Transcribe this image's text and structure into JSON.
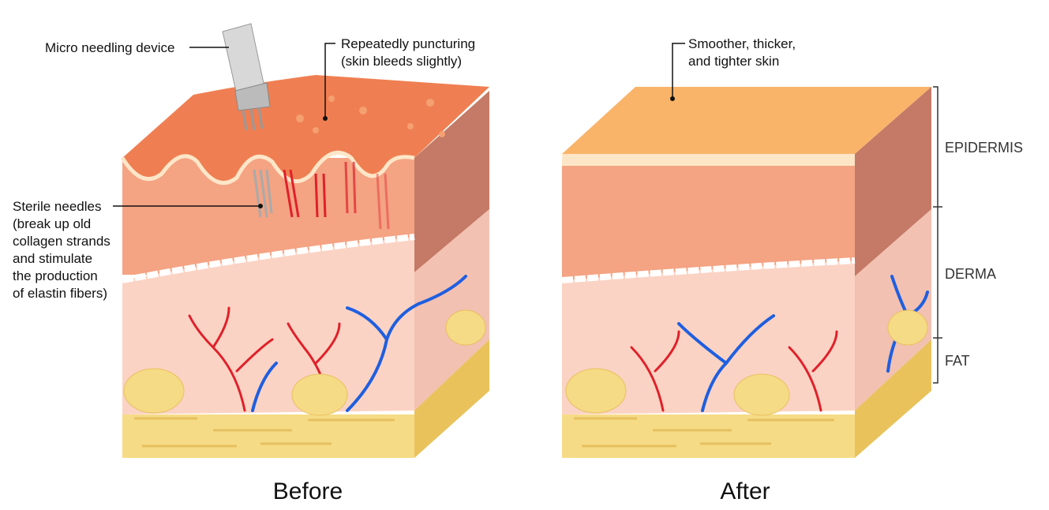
{
  "before": {
    "caption": "Before",
    "labels": {
      "device": "Micro needling device",
      "puncture": [
        "Repeatedly puncturing",
        "(skin bleeds slightly)"
      ],
      "needles": [
        "Sterile needles",
        "(break up old",
        "collagen strands",
        "and stimulate",
        "the production",
        "of elastin fibers)"
      ]
    }
  },
  "after": {
    "caption": "After",
    "labels": {
      "result": [
        "Smoother, thicker,",
        "and tighter skin"
      ]
    }
  },
  "layers": [
    "EPIDERMIS",
    "DERMA",
    "FAT"
  ],
  "colors": {
    "epidermis": "#f4a383",
    "epidermis_top_before": "#ef7f52",
    "epidermis_top_after": "#f9b46a",
    "derma": "#fbd3c4",
    "fat": "#f6db86",
    "artery": "#e0202a",
    "vein": "#1f5fe0"
  }
}
